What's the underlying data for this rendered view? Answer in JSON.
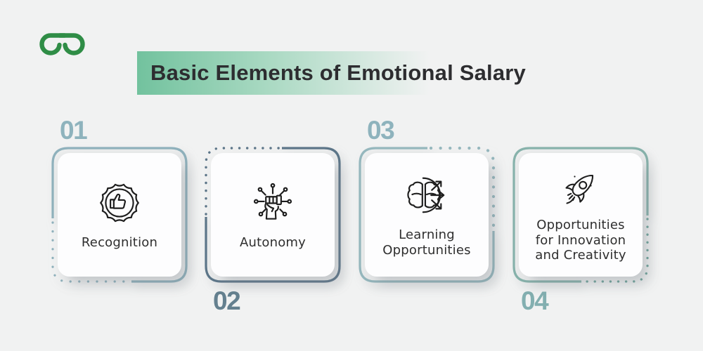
{
  "background_color": "#f1f2f2",
  "brand": {
    "logo": "geeksforgeeks-logo",
    "logo_color": "#2f8d46"
  },
  "header": {
    "title": "Basic Elements of Emotional Salary",
    "text_color": "#2d2d30",
    "highlight_gradient_start": "#72c29e",
    "highlight_gradient_end": "#f1f2f2"
  },
  "cards": [
    {
      "number": "01",
      "number_position": "top",
      "number_color": "#8eb3bd",
      "label": "Recognition",
      "icon": "thumbs-up-badge-icon",
      "border_color": "#8fb1bc",
      "dotted_corner": "bottom-left"
    },
    {
      "number": "02",
      "number_position": "bottom",
      "number_color": "#64808f",
      "label": "Autonomy",
      "icon": "fist-network-icon",
      "border_color": "#5d7689",
      "dotted_corner": "top-left"
    },
    {
      "number": "03",
      "number_position": "top",
      "number_color": "#8eb3bd",
      "label": "Learning Opportunities",
      "icon": "brain-arrows-icon",
      "border_color": "#95b7bd",
      "dotted_corner": "top-right"
    },
    {
      "number": "04",
      "number_position": "bottom",
      "number_color": "#83afb0",
      "label": "Opportunities for Innovation and Creativity",
      "icon": "rocket-icon",
      "border_color": "#87b2ab",
      "dotted_corner": "bottom-right"
    }
  ]
}
